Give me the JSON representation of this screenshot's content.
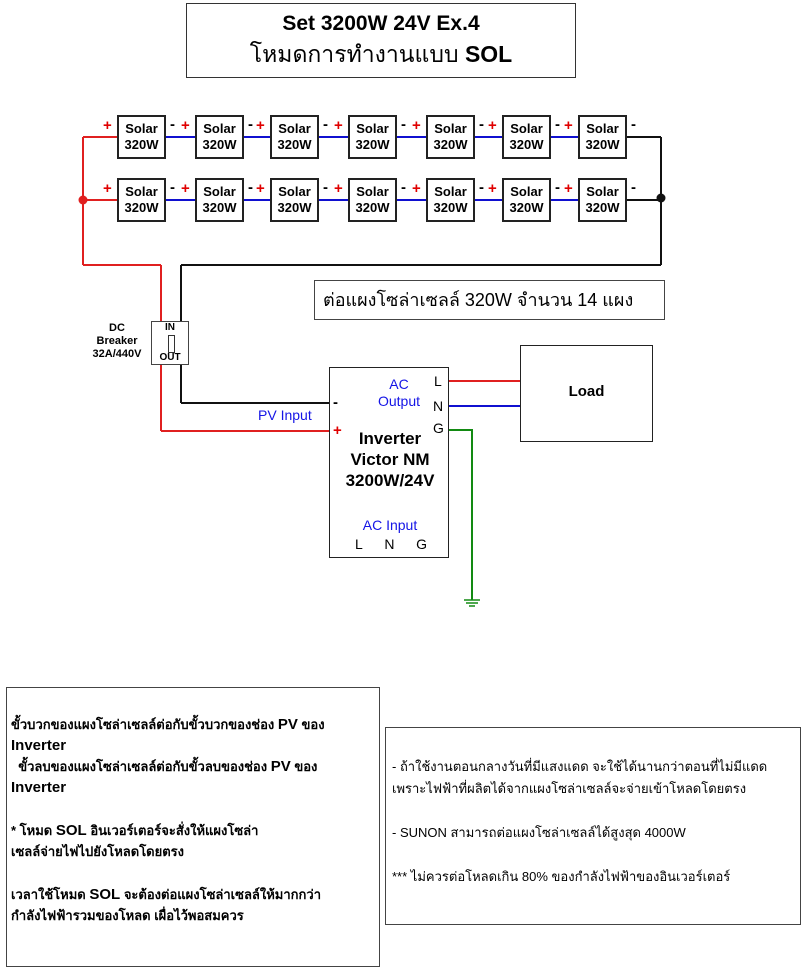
{
  "title": {
    "line1": "Set 3200W 24V Ex.4",
    "line2_thai": "โหมดการทำงานแบบ ",
    "line2_mode": "SOL"
  },
  "solar_array": {
    "panel_label_line1": "Solar",
    "panel_label_line2": "320W",
    "panels_per_string": 7,
    "strings": 2,
    "plus_symbol": "+",
    "minus_symbol": "-"
  },
  "array_summary": "ต่อแผงโซล่าเซลล์ 320W  จำนวน 14 แผง",
  "breaker": {
    "label_line1": "DC",
    "label_line2": "Breaker",
    "label_line3": "32A/440V",
    "in_label": "IN",
    "out_label": "OUT"
  },
  "inverter": {
    "name_line1": "Inverter",
    "name_line2": "Victor NM",
    "name_line3": "3200W/24V",
    "pv_input_label": "PV Input",
    "pv_minus": "-",
    "pv_plus": "+",
    "ac_output_line1": "AC",
    "ac_output_line2": "Output",
    "out_L": "L",
    "out_N": "N",
    "out_G": "G",
    "ac_input_label": "AC Input",
    "in_L": "L",
    "in_N": "N",
    "in_G": "G"
  },
  "load": {
    "label": "Load"
  },
  "colors": {
    "positive_wire": "#e02020",
    "negative_wire": "#1010d0",
    "ground_wire": "#128a12",
    "black_wire": "#111111",
    "blue_text": "#1414e6"
  },
  "notes_left": {
    "para1_a": "ขั้วบวกของแผงโซล่าเซลล์ต่อกับขั้วบวกของช่อง ",
    "para1_pv": "PV",
    "para1_b": " ของ",
    "para1_c": "Inverter",
    "para2_a": "  ขั้วลบของแผงโซล่าเซลล์ต่อกับขั้วลบของช่อง ",
    "para2_pv": "PV",
    "para2_b": " ของ",
    "para2_c": "Inverter",
    "para3_a": "* โหมด ",
    "para3_sol": "SOL",
    "para3_b": " อินเวอร์เตอร์จะสั่งให้แผงโซล่า",
    "para3_c": "เซลล์จ่ายไฟไปยังโหลดโดยตรง",
    "para4_a": "เวลาใช้โหมด ",
    "para4_sol": "SOL",
    "para4_b": " จะต้องต่อแผงโซล่าเซลล์ให้มากกว่า",
    "para4_c": "กำลังไฟฟ้ารวมของโหลด เผื่อไว้พอสมควร"
  },
  "notes_right": {
    "line1": "- ถ้าใช้งานตอนกลางวันที่มีแสงแดด จะใช้ได้นานกว่าตอนที่ไม่มีแดด",
    "line2": "เพราะไฟฟ้าที่ผลิตได้จากแผงโซล่าเซลล์จะจ่ายเข้าโหลดโดยตรง",
    "line3": "- SUNON สามารถต่อแผงโซล่าเซลล์ได้สูงสุด 4000W",
    "line4": "*** ไม่ควรต่อโหลดเกิน 80% ของกำลังไฟฟ้าของอินเวอร์เตอร์"
  }
}
